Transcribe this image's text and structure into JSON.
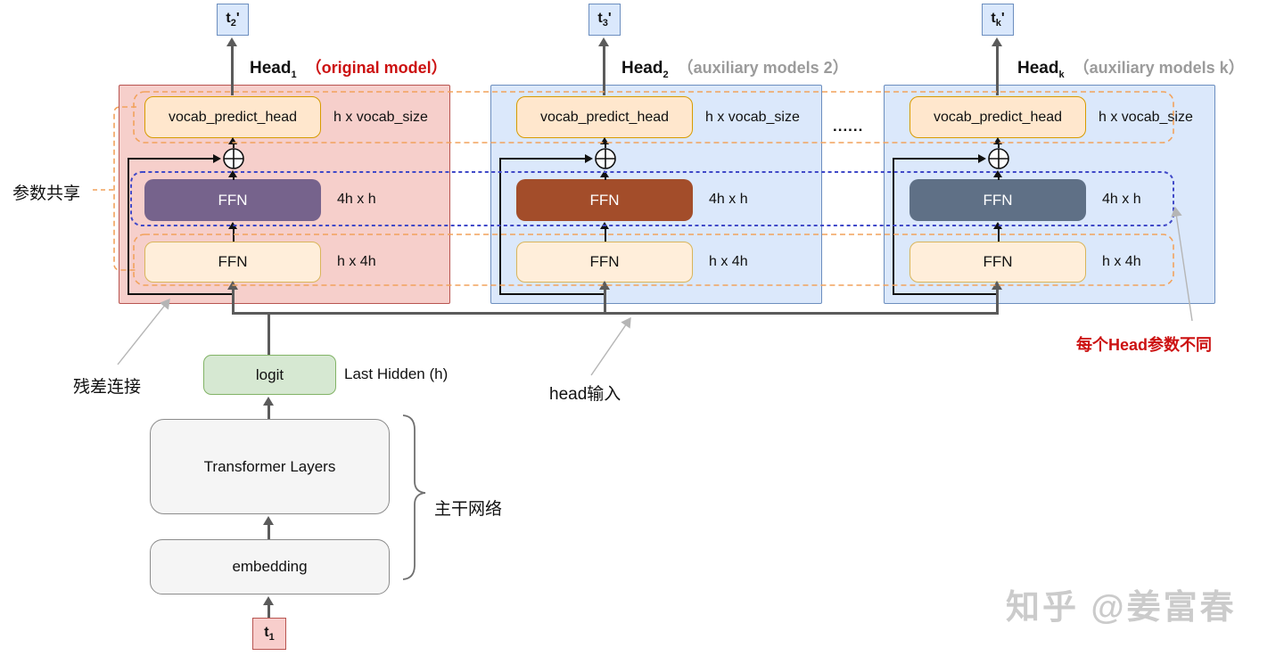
{
  "heads": [
    {
      "name": "Head",
      "sub": "1",
      "note": "（original model）",
      "output_token": {
        "base": "t",
        "sub": "2",
        "prime": "'"
      },
      "vocab_box": "vocab_predict_head",
      "vocab_dim": "h x vocab_size",
      "ffn_up": {
        "label": "FFN",
        "dim": "4h x h",
        "color": "#76638c"
      },
      "ffn_down": {
        "label": "FFN",
        "dim": "h x 4h"
      },
      "colors": {
        "bg": "#f6cfcb",
        "border": "#b85450",
        "note": "#cc1111"
      }
    },
    {
      "name": "Head",
      "sub": "2",
      "note": "（auxiliary models 2）",
      "output_token": {
        "base": "t",
        "sub": "3",
        "prime": "'"
      },
      "vocab_box": "vocab_predict_head",
      "vocab_dim": "h x vocab_size",
      "ffn_up": {
        "label": "FFN",
        "dim": "4h x h",
        "color": "#a34d2a"
      },
      "ffn_down": {
        "label": "FFN",
        "dim": "h x 4h"
      },
      "colors": {
        "bg": "#dbe8fb",
        "border": "#6c8ebf",
        "note": "#9b9b9b"
      }
    },
    {
      "name": "Head",
      "sub": "k",
      "note": "（auxiliary models k）",
      "output_token": {
        "base": "t",
        "sub": "k",
        "prime": "'"
      },
      "vocab_box": "vocab_predict_head",
      "vocab_dim": "h x vocab_size",
      "ffn_up": {
        "label": "FFN",
        "dim": "4h x h",
        "color": "#5f7086"
      },
      "ffn_down": {
        "label": "FFN",
        "dim": "h x 4h"
      },
      "colors": {
        "bg": "#dbe8fb",
        "border": "#6c8ebf",
        "note": "#9b9b9b"
      }
    }
  ],
  "dots": "......",
  "backbone": {
    "logit": "logit",
    "last_hidden": "Last Hidden (h)",
    "transformer": "Transformer Layers",
    "embedding": "embedding",
    "input_token": {
      "base": "t",
      "sub": "1"
    },
    "brace_label": "主干网络"
  },
  "annotations": {
    "param_share": "参数共享",
    "residual": "残差连接",
    "head_input": "head输入",
    "head_diff": "每个Head参数不同"
  },
  "watermark": "知乎 @姜富春",
  "colors": {
    "orange_dash": "#f2a25c",
    "blue_dash": "#4049c8",
    "gray_line": "#5b5b5b",
    "annotation_arrow": "#b5b5b5",
    "red_text": "#cc1111",
    "gray_note": "#9b9b9b"
  }
}
